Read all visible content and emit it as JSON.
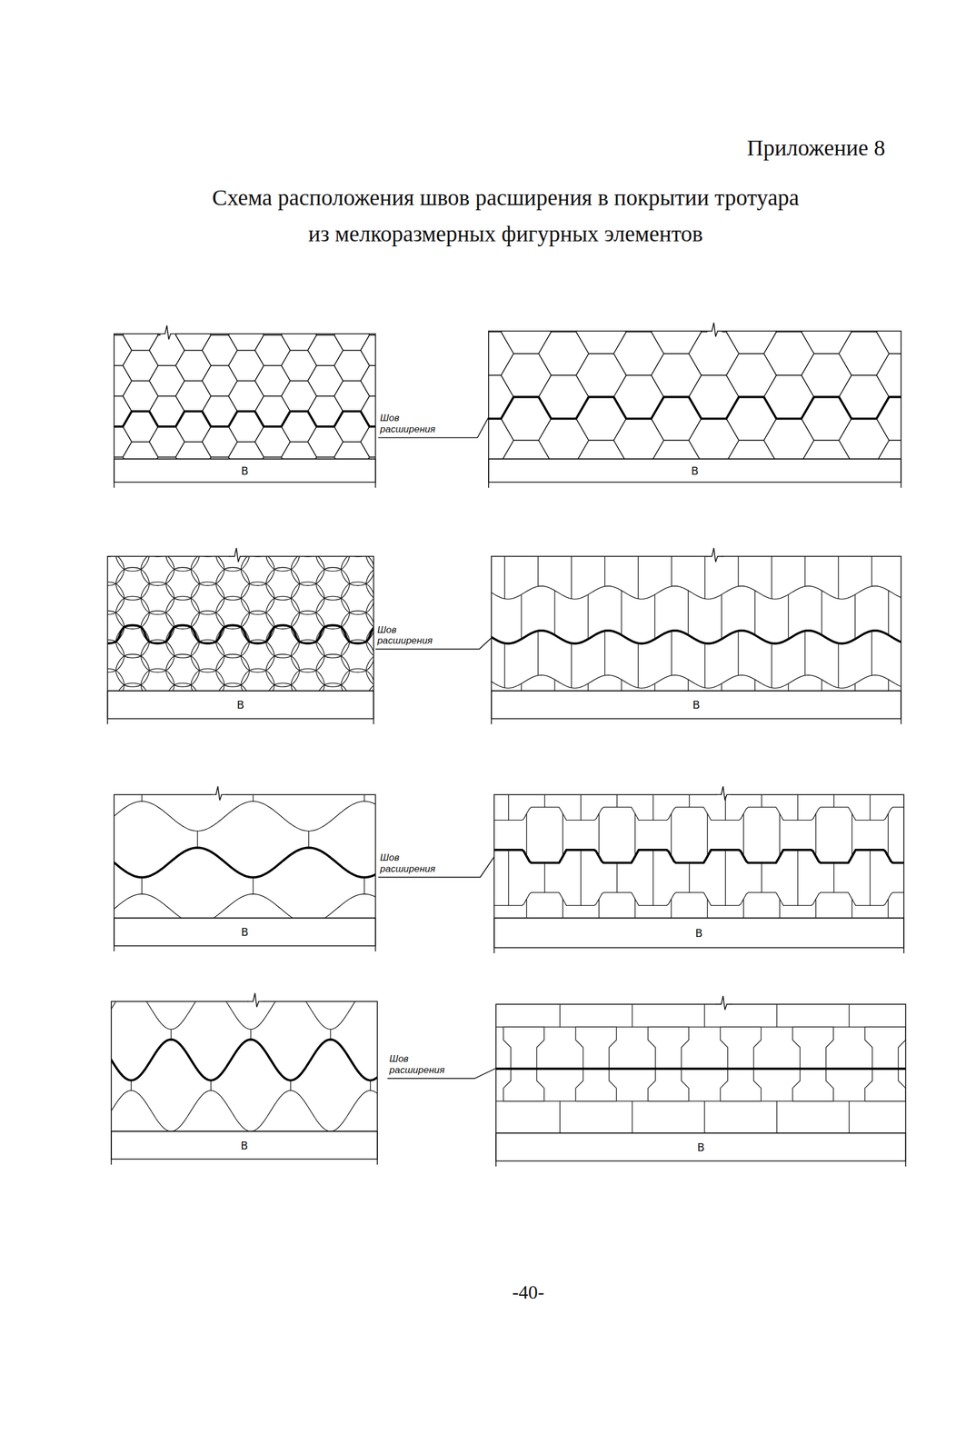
{
  "diagram": {
    "title": "Схема расположения швов расширения в покрытии тротуара из мелкоразмерных фигурных элементов",
    "labels": [
      "Приложение 8",
      "Шов расширения",
      "В",
      "В",
      "Шов расширения",
      "В",
      "В",
      "Шов расширения",
      "В",
      "В",
      "Шов расширения",
      "В",
      "В",
      "-40-"
    ]
  }
}
